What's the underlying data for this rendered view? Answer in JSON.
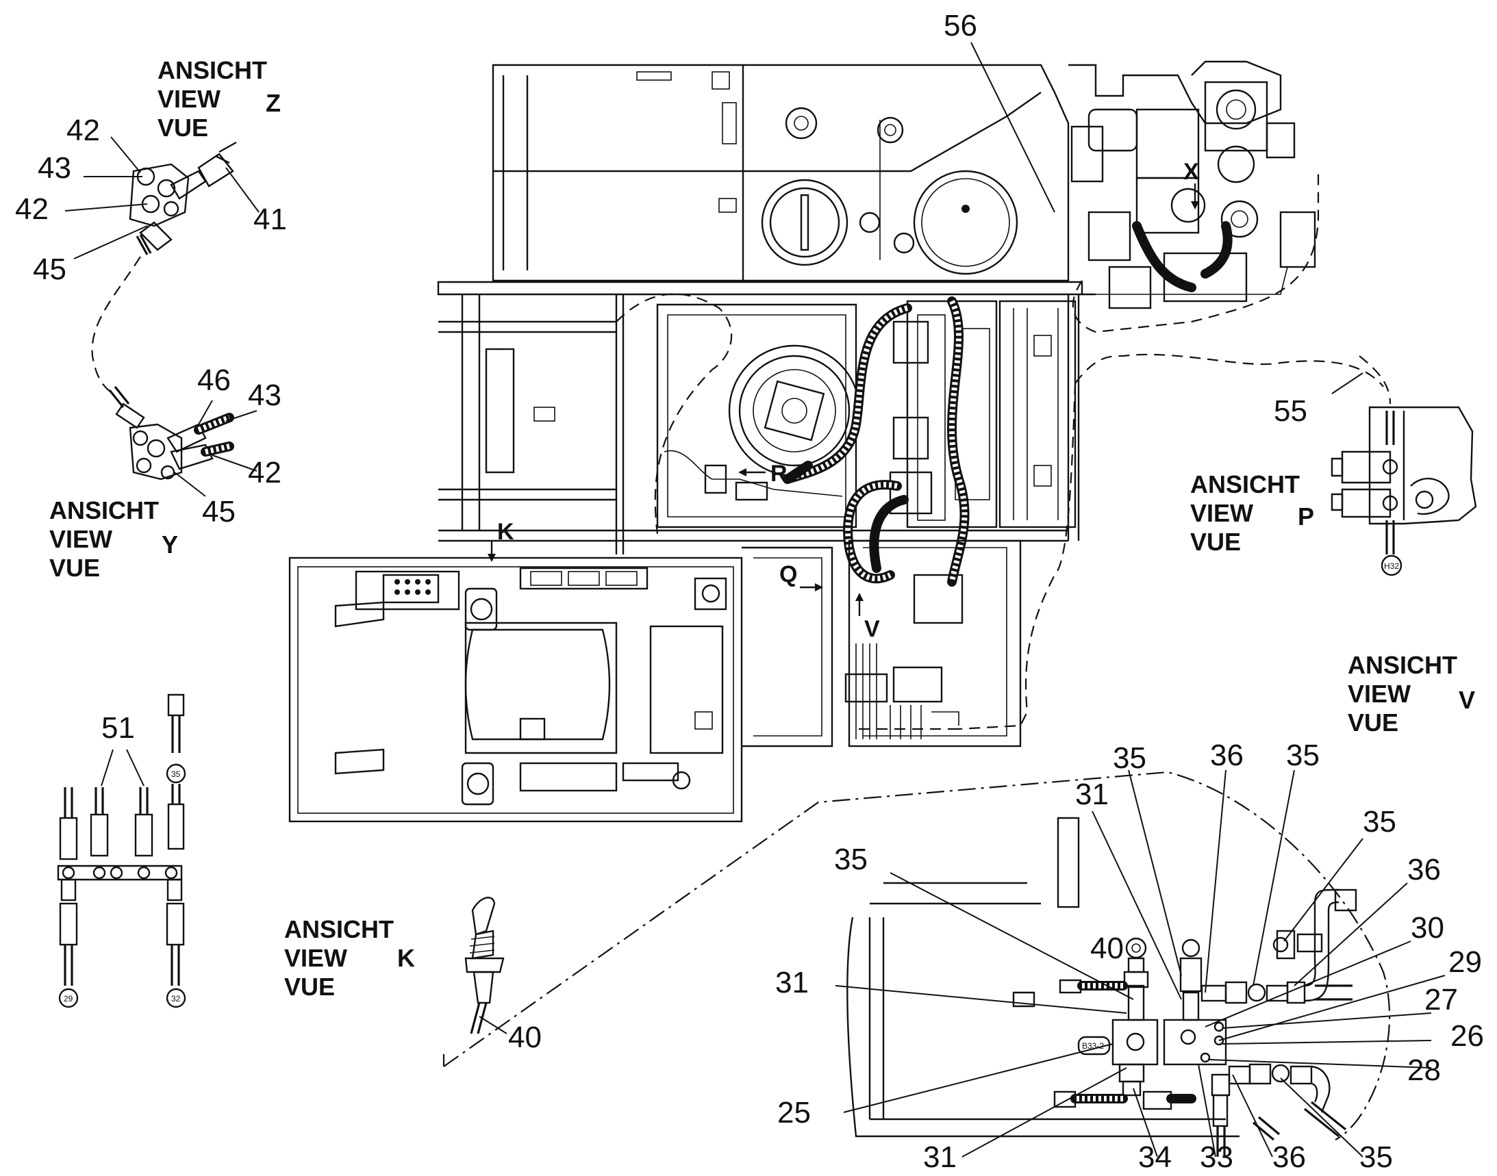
{
  "views": [
    {
      "id": "z",
      "lines": [
        "ANSICHT",
        "VIEW",
        "VUE"
      ],
      "letter": "Z"
    },
    {
      "id": "y",
      "lines": [
        "ANSICHT",
        "VIEW",
        "VUE"
      ],
      "letter": "Y"
    },
    {
      "id": "p",
      "lines": [
        "ANSICHT",
        "VIEW",
        "VUE"
      ],
      "letter": "P"
    },
    {
      "id": "v",
      "lines": [
        "ANSICHT",
        "VIEW",
        "VUE"
      ],
      "letter": "V"
    },
    {
      "id": "k",
      "lines": [
        "ANSICHT",
        "VIEW",
        "VUE"
      ],
      "letter": "K"
    }
  ],
  "arrow_markers": {
    "x": "X",
    "r": "R",
    "k": "K",
    "q": "Q",
    "v": "V"
  },
  "circle_tags": {
    "h32": "H32",
    "c35": "35",
    "c29": "29",
    "c32": "32",
    "b33": "B33-2"
  },
  "callouts": {
    "56": "56",
    "55": "55",
    "51": "51",
    "z42a": "42",
    "z43": "43",
    "z42b": "42",
    "z41": "41",
    "z45": "45",
    "y46": "46",
    "y43": "43",
    "y42": "42",
    "y45": "45",
    "k40": "40",
    "v35a": "35",
    "v36a": "36",
    "v35b": "35",
    "v31a": "31",
    "v35c": "35",
    "v35d": "35",
    "v36b": "36",
    "v30": "30",
    "v40": "40",
    "v29": "29",
    "v31b": "31",
    "v27": "27",
    "v26": "26",
    "v28": "28",
    "v25": "25",
    "v31c": "31",
    "v34": "34",
    "v33": "33",
    "v36c": "36",
    "v35e": "35"
  }
}
